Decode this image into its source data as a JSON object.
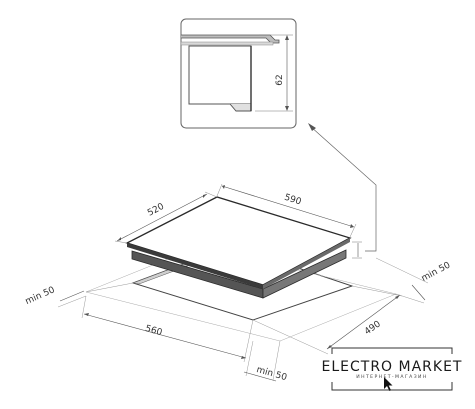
{
  "diagram": {
    "dimensions": {
      "depth_62": "62",
      "width_590": "590",
      "depth_520": "520",
      "min_50_left": "min 50",
      "min_50_right": "min 50",
      "min_50_bottom": "min 50",
      "cutout_560": "560",
      "cutout_490": "490"
    },
    "colors": {
      "line": "#555555",
      "thin": "#777777",
      "hob_dark": "#3a3a3a"
    }
  },
  "watermark": {
    "brand": "ELECTRO MARKET",
    "subtitle": "ИНТЕРНЕТ-МАГАЗИН",
    "icon": "cursor-arrow-icon"
  }
}
